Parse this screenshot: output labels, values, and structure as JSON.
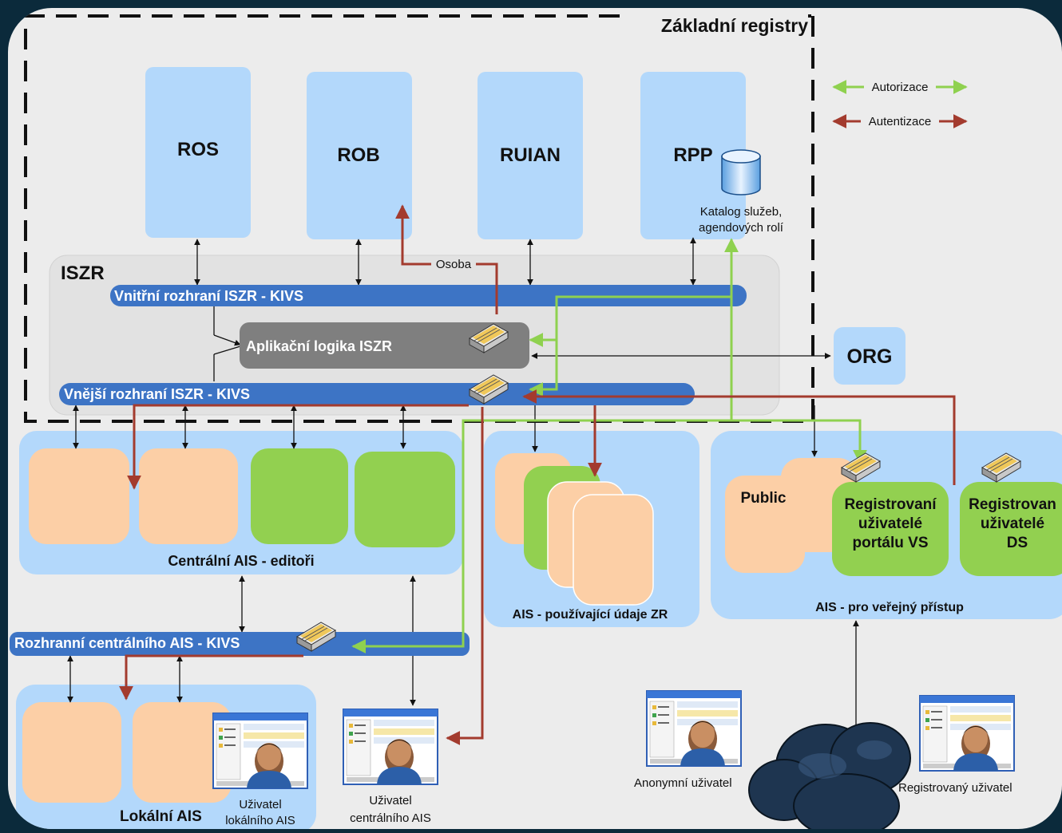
{
  "title": "Základní registry",
  "legend": {
    "auth": "Autorizace",
    "authn": "Autentizace"
  },
  "registers": {
    "ros": "ROS",
    "rob": "ROB",
    "ruian": "RUIAN",
    "rpp": "RPP"
  },
  "catalog": {
    "line1": "Katalog služeb,",
    "line2": "agendových rolí"
  },
  "osoba": "Osoba",
  "iszr": {
    "title": "ISZR",
    "inner_bus": "Vnitřní rozhraní ISZR  - KIVS",
    "app_logic": "Aplikační logika  ISZR",
    "outer_bus": "Vnější rozhraní ISZR - KIVS"
  },
  "org": "ORG",
  "central_ais": "Centrální AIS - editoři",
  "ais_using": "AIS -  používající údaje ZR",
  "public_ais": {
    "title": "AIS -  pro veřejný přístup",
    "public": "Public",
    "portal_1": "Registrovaní",
    "portal_2": "uživatelé",
    "portal_3": "portálu VS",
    "ds_1": "Registrovan",
    "ds_2": "uživatelé",
    "ds_3": "DS"
  },
  "central_bus": "Rozhranní centrálního AIS - KIVS",
  "local_ais": "Lokální AIS",
  "users": {
    "local_1": "Uživatel",
    "local_2": "lokálního AIS",
    "central_1": "Uživatel",
    "central_2": "centrálního AIS",
    "anonymous": "Anonymní uživatel",
    "registered": "Registrovaný uživatel"
  },
  "colors": {
    "background": "#0b2a3b",
    "canvas": "#ececec",
    "light_blue": "#b3d8fb",
    "bus_blue": "#3d74c5",
    "orange": "#fccfa6",
    "green": "#92d050",
    "green_arrow": "#8fd14f",
    "red_arrow": "#a33b2e",
    "app_logic": "#7f7f7f"
  }
}
